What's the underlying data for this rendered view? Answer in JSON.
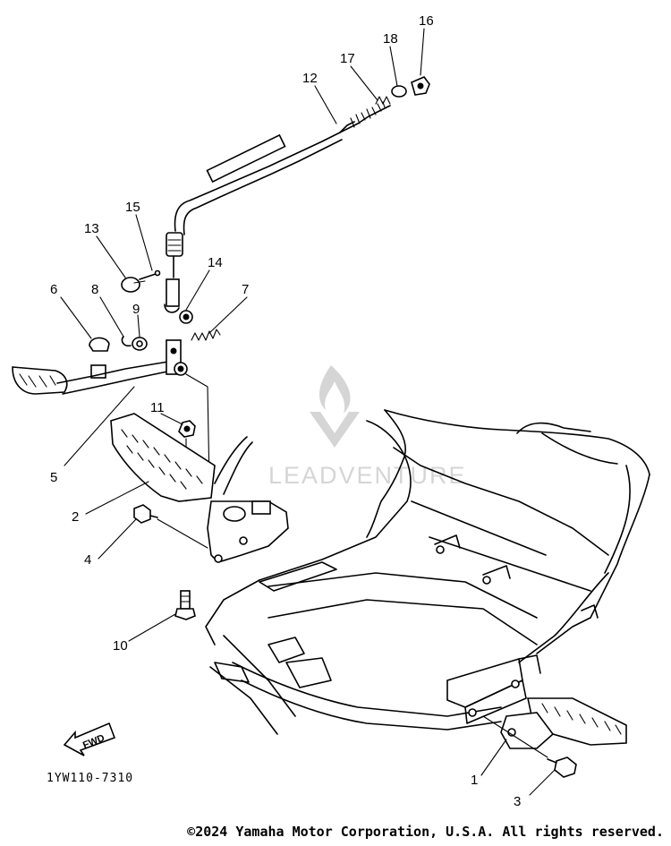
{
  "diagram": {
    "code": "1YW110-7310",
    "fwd_label": "FWD",
    "copyright": "©2024 Yamaha Motor Corporation, U.S.A. All rights reserved.",
    "watermark_text": "LEADVENTURE",
    "callouts": [
      "1",
      "2",
      "3",
      "4",
      "5",
      "6",
      "7",
      "8",
      "9",
      "10",
      "11",
      "12",
      "13",
      "14",
      "15",
      "16",
      "17",
      "18"
    ]
  }
}
